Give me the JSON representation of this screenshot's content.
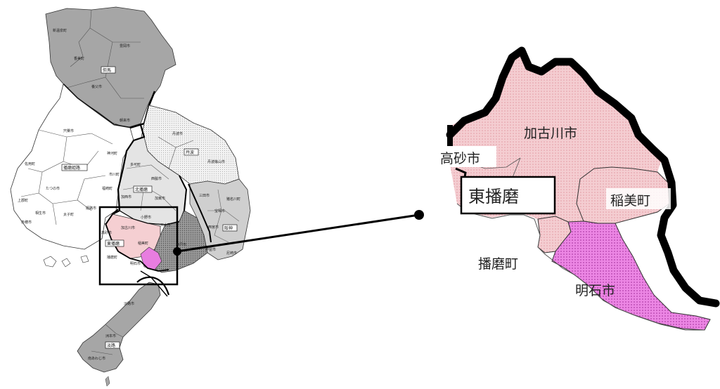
{
  "overview": {
    "regions": {
      "tajima": "但馬",
      "tanba": "丹波",
      "harima_nishi": "播磨姫路",
      "kita_harima": "北播磨",
      "higashi_harima": "東播磨",
      "hanshin": "阪神",
      "awaji": "淡路"
    },
    "cities": [
      "新温泉町",
      "香美町",
      "豊岡市",
      "養父市",
      "朝来市",
      "宍粟市",
      "神河町",
      "丹波市",
      "丹波篠山市",
      "多可町",
      "西脇市",
      "加西市",
      "加東市",
      "市川町",
      "福崎町",
      "佐用町",
      "たつの市",
      "上郡町",
      "赤穂市",
      "相生市",
      "太子町",
      "姫路市",
      "小野市",
      "三木市",
      "加古川市",
      "高砂市",
      "稲美町",
      "播磨町",
      "明石市",
      "神戸市",
      "三田市",
      "猪名川町",
      "宝塚市",
      "西宮市",
      "芦屋市",
      "尼崎市",
      "淡路市",
      "洲本市",
      "南あわじ市"
    ]
  },
  "detail": {
    "region_label": "東播磨",
    "cities": {
      "kakogawa": "加古川市",
      "takasago": "高砂市",
      "inami": "稲美町",
      "harima": "播磨町",
      "akashi": "明石市"
    }
  },
  "colors": {
    "prefecture_gray": "#a6a6a6",
    "light_gray": "#e4e4e4",
    "mid_gray": "#c8c8c8",
    "pink": "#f5cfd2",
    "magenta": "#e87de0",
    "dark_gray": "#8f8f8f",
    "border": "#000000"
  }
}
